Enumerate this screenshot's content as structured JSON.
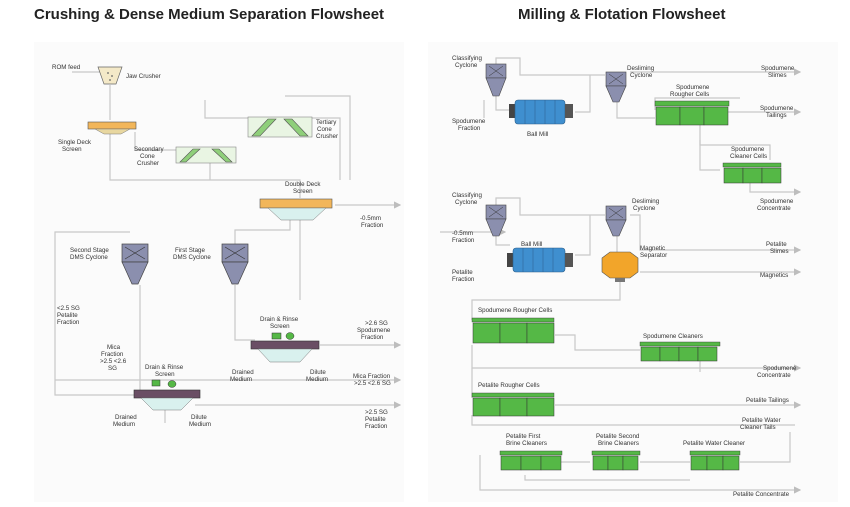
{
  "titles": {
    "left": "Crushing & Dense Medium Separation Flowsheet",
    "right": "Milling & Flotation Flowsheet"
  },
  "left": {
    "rom_feed": "ROM feed",
    "jaw_crusher": "Jaw Crusher",
    "single_deck_screen": [
      "Single Deck",
      "Screen"
    ],
    "secondary_cone_crusher": [
      "Secondary",
      "Cone",
      "Crusher"
    ],
    "tertiary_cone_crusher": [
      "Tertiary",
      "Cone",
      "Crusher"
    ],
    "double_deck_screen": [
      "Double Deck",
      "Screen"
    ],
    "fraction_05mm": [
      "-0.5mm",
      "Fraction"
    ],
    "second_stage_dms": [
      "Second Stage",
      "DMS Cyclone"
    ],
    "first_stage_dms": [
      "First Stage",
      "DMS Cyclone"
    ],
    "petalite_fraction_25": [
      "<2.5 SG",
      "Petalite",
      "Fraction"
    ],
    "mica_fraction_left": [
      "Mica",
      "Fraction",
      ">2.5 <2.6",
      "SG"
    ],
    "drain_rinse_upper": [
      "Drain & Rinse",
      "Screen"
    ],
    "drain_rinse_lower": [
      "Drain & Rinse",
      "Screen"
    ],
    "spodumene_fraction_26": [
      ">2.6 SG",
      "Spodumene",
      "Fraction"
    ],
    "drained_medium_upper": [
      "Drained",
      "Medium"
    ],
    "dilute_medium_upper": [
      "Dilute",
      "Medium"
    ],
    "mica_fraction_right": [
      "Mica Fraction",
      ">2.5 <2.6 SG"
    ],
    "drained_medium_lower": [
      "Drained",
      "Medium"
    ],
    "dilute_medium_lower": [
      "Dilute",
      "Medium"
    ],
    "petalite_fraction_right": [
      ">2.5 SG",
      "Petalite",
      "Fraction"
    ]
  },
  "right": {
    "classifying_cyclone_1": [
      "Classifying",
      "Cyclone"
    ],
    "desliming_cyclone_1": [
      "Desliming",
      "Cyclone"
    ],
    "spodumene_slimes": [
      "Spodumene",
      "Slimes"
    ],
    "spodumene_rougher_cells_top": [
      "Spodumene",
      "Rougher Cells"
    ],
    "spodumene_tailings": [
      "Spodumene",
      "Tailings"
    ],
    "spodumene_fraction": [
      "Spodumene",
      "Fraction"
    ],
    "ball_mill_1": "Ball Mill",
    "spodumene_cleaner_cells": [
      "Spodumene",
      "Cleaner Cells"
    ],
    "spodumene_concentrate_1": [
      "Spodumene",
      "Concentrate"
    ],
    "classifying_cyclone_2": [
      "Classifying",
      "Cyclone"
    ],
    "desliming_cyclone_2": [
      "Desliming",
      "Cyclone"
    ],
    "fraction_05mm": [
      "-0.5mm",
      "Fraction"
    ],
    "ball_mill_2": "Ball Mill",
    "petalite_slimes": [
      "Petalite",
      "Slimes"
    ],
    "magnetic_separator": [
      "Magnetic",
      "Separator"
    ],
    "petalite_fraction": [
      "Petalite",
      "Fraction"
    ],
    "magnetics": "Magnetics",
    "spodumene_rougher_cells": "Spodumene Rougher Cells",
    "spodumene_cleaners": "Spodumene Cleaners",
    "spodumene_concentrate_2": [
      "Spodumene",
      "Concentrate"
    ],
    "petalite_rougher_cells": "Petalite Rougher Cells",
    "petalite_tailings": "Petalite Tailings",
    "petalite_water_cleaner_tails": [
      "Petalite Water",
      "Cleaner Tails"
    ],
    "petalite_first_brine": [
      "Petalite First",
      "Brine Cleaners"
    ],
    "petalite_second_brine": [
      "Petalite Second",
      "Brine Cleaners"
    ],
    "petalite_water_cleaner": "Petalite Water Cleaner",
    "petalite_concentrate": "Petalite Concentrate"
  },
  "colors": {
    "cyclone": "#8b8fae",
    "screen": "#f2b65a",
    "crusher": "#8fcf7a",
    "cell": "#55b846",
    "mill": "#3f8fcf",
    "separator": "#f2a52a",
    "pipe": "#c8c8c8"
  }
}
